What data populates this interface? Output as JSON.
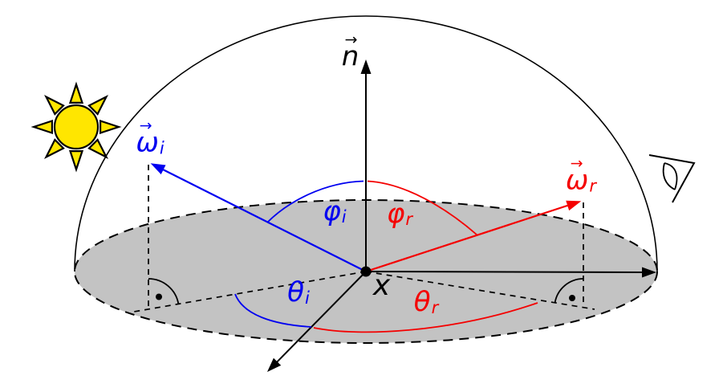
{
  "figure": {
    "kind": "reflection-geometry-diagram",
    "colors": {
      "incident": "#0000f0",
      "reflected": "#f40000",
      "outline": "#000000",
      "surface_fill": "#c3c3c3",
      "sun_fill": "#ffe600",
      "background": "#ffffff"
    },
    "icons": {
      "sun": "sun-icon",
      "eye": "eye-icon"
    },
    "labels": {
      "normal": {
        "arrow": "→",
        "letter": "n",
        "sub": ""
      },
      "omega_i": {
        "arrow": "→",
        "letter": "ω",
        "sub": "i"
      },
      "omega_r": {
        "arrow": "→",
        "letter": "ω",
        "sub": "r"
      },
      "phi_i": {
        "letter": "φ",
        "sub": "i"
      },
      "phi_r": {
        "letter": "φ",
        "sub": "r"
      },
      "theta_i": {
        "letter": "θ",
        "sub": "i"
      },
      "theta_r": {
        "letter": "θ",
        "sub": "r"
      },
      "surface_point": {
        "letter": "x",
        "sub": ""
      }
    }
  }
}
